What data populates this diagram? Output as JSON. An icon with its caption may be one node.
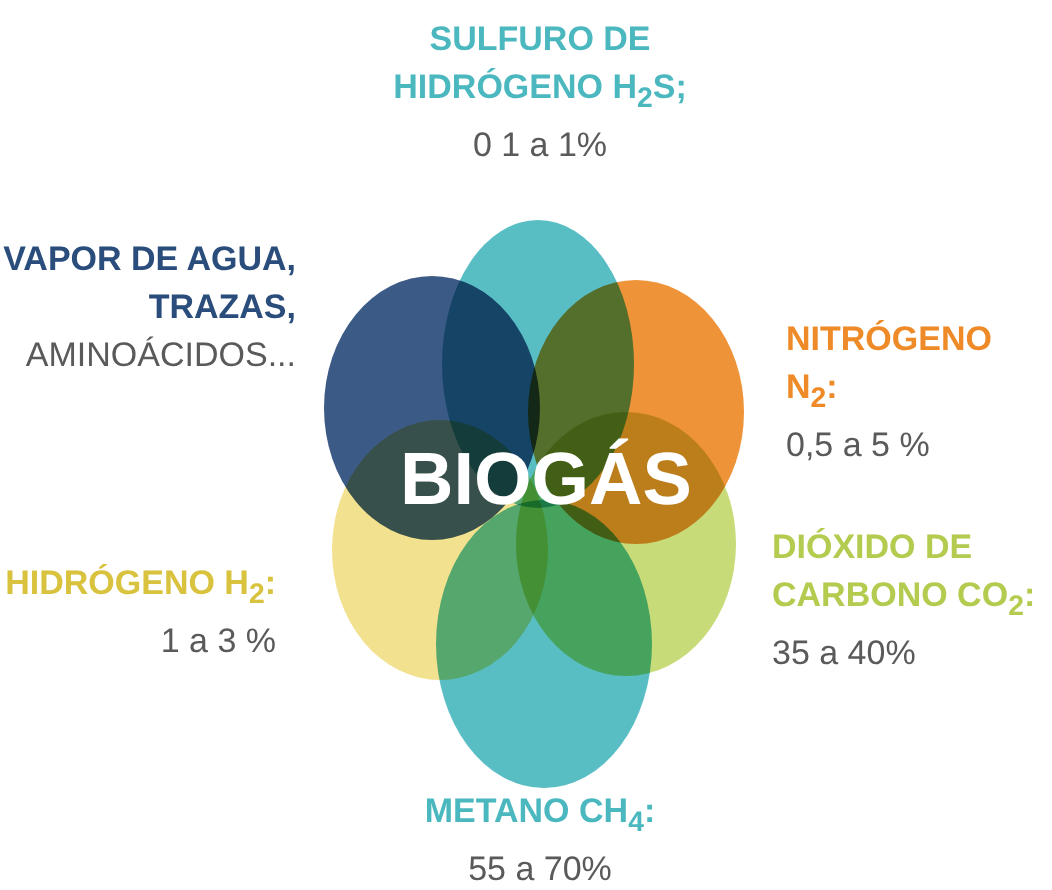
{
  "diagram": {
    "nodes": [
      {
        "text": [
          "SULFURO DE HIDRÓGENO H$_{2}$S;",
          "0 1 a 1%"
        ]
      },
      {
        "text": [
          "VAPOR DE AGUA, TRAZAS,",
          "AMINOÁCIDOS..."
        ]
      },
      {
        "text": [
          "NITRÓGENO N$_{2}$:",
          "0,5 a 5 %"
        ]
      },
      {
        "text": [
          "HIDRÓGENO H$_{2}$:",
          "1 a 3 %"
        ]
      },
      {
        "text": [
          "DIÓXIDO DE CARBONO CO$_{2}$:",
          "35 a 40%"
        ]
      },
      {
        "text": [
          "METANO CH$_{4}$:",
          "55 a 70%"
        ]
      }
    ],
    "labels": [
      "BIOGÁS"
    ]
  }
}
